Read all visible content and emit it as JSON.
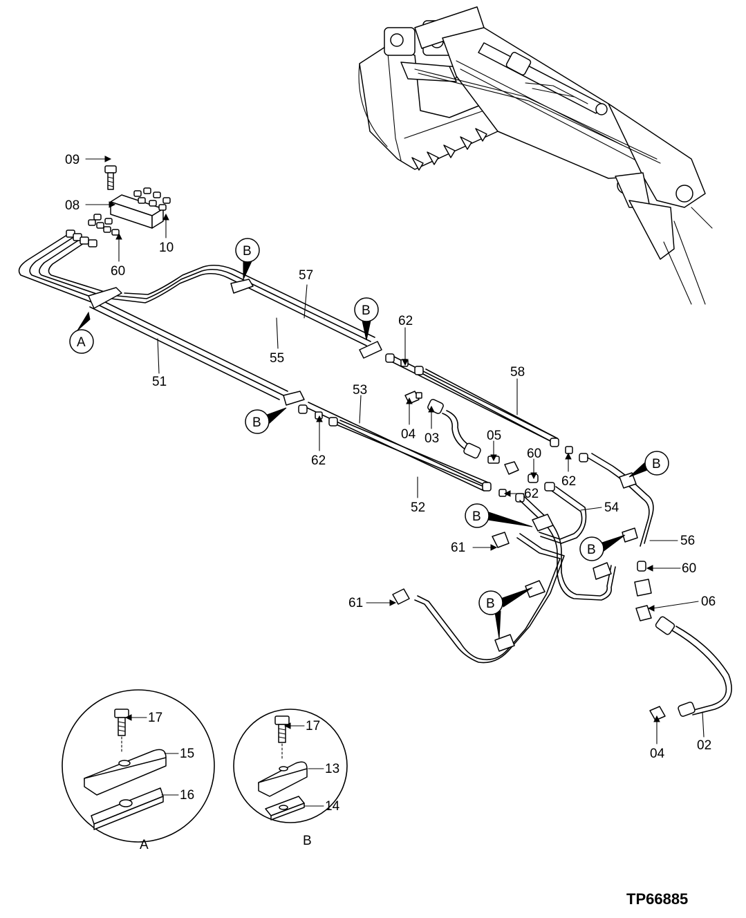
{
  "diagram_id": "TP66885",
  "callouts": {
    "c09": "09",
    "c08": "08",
    "c10": "10",
    "c60a": "60",
    "c57": "57",
    "c55": "55",
    "c51": "51",
    "c53": "53",
    "c62a": "62",
    "c58": "58",
    "c04a": "04",
    "c03": "03",
    "c05": "05",
    "c60b": "60",
    "c62b": "62",
    "c62c": "62",
    "c62d": "62",
    "c52": "52",
    "c54": "54",
    "c56": "56",
    "c61a": "61",
    "c60c": "60",
    "c61b": "61",
    "c06": "06",
    "c04b": "04",
    "c02": "02",
    "c17a": "17",
    "c15": "15",
    "c16": "16",
    "c17b": "17",
    "c13": "13",
    "c14": "14"
  },
  "markers": {
    "a_main": "A",
    "b1": "B",
    "b2": "B",
    "b3": "B",
    "b4": "B",
    "b5": "B",
    "b6": "B",
    "b7": "B"
  },
  "details": {
    "a_label": "A",
    "b_label": "B"
  }
}
